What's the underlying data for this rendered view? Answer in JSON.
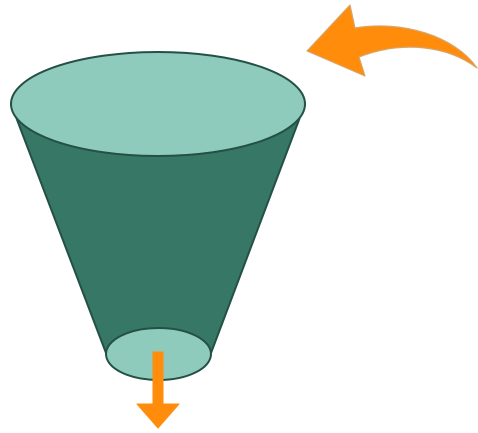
{
  "diagram": {
    "shape": "funnel",
    "colors": {
      "background": "#ffffff",
      "funnel_body": "#377766",
      "funnel_outline": "#245046",
      "funnel_openings": "#8ecbbd",
      "arrows": "#ff8c0a",
      "arrow_outline": "#d9a46a"
    },
    "elements": [
      {
        "name": "funnel",
        "description_icon": "funnel-icon"
      },
      {
        "name": "curved-inflow-arrow",
        "direction": "left-into-funnel"
      },
      {
        "name": "outflow-arrow",
        "direction": "down"
      }
    ]
  }
}
